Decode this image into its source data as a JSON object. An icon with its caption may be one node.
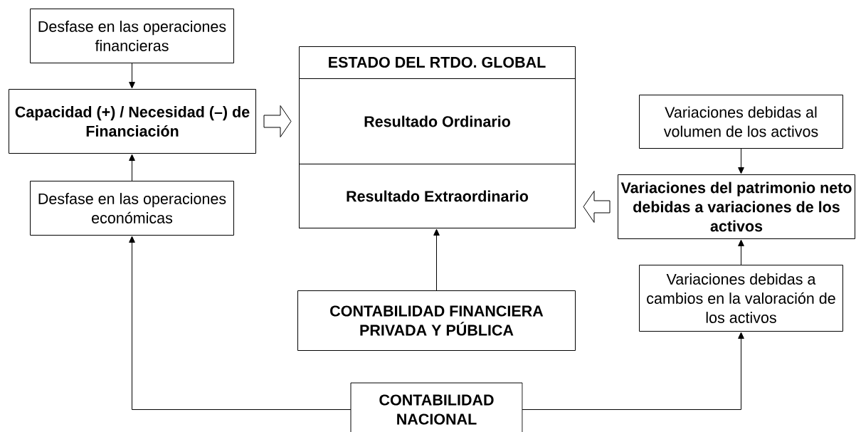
{
  "diagram": {
    "nodes": [
      {
        "text": [
          "Desfase en las operaciones financieras"
        ]
      },
      {
        "text": [
          "Capacidad (+) / Necesidad (–) de Financiación"
        ]
      },
      {
        "text": [
          "Desfase en las operaciones económicas"
        ]
      },
      {
        "text": [
          "ESTADO DEL RTDO. GLOBAL"
        ]
      },
      {
        "text": [
          "Resultado Ordinario"
        ],
        "in": 3
      },
      {
        "text": [
          "Resultado Extraordinario"
        ],
        "in": 3
      },
      {
        "text": [
          "Variaciones debidas al volumen de los activos"
        ]
      },
      {
        "text": [
          "Variaciones del patrimonio neto debidas a variaciones de los activos"
        ]
      },
      {
        "text": [
          "Variaciones debidas a cambios en la valoración de los activos"
        ]
      },
      {
        "text": [
          "CONTABILIDAD FINANCIERA PRIVADA Y PÚBLICA"
        ]
      },
      {
        "text": [
          "CONTABILIDAD NACIONAL"
        ]
      }
    ],
    "edges": [
      {
        "from": 0,
        "to": 1,
        "arrow": "to"
      },
      {
        "from": 2,
        "to": 1,
        "arrow": "to"
      },
      {
        "from": 1,
        "to": 4,
        "arrow": "to",
        "style": "thick"
      },
      {
        "from": 9,
        "to": 5,
        "arrow": "to"
      },
      {
        "from": 6,
        "to": 7,
        "arrow": "to"
      },
      {
        "from": 8,
        "to": 7,
        "arrow": "to"
      },
      {
        "from": 7,
        "to": 5,
        "arrow": "to",
        "style": "thick"
      },
      {
        "from": 10,
        "to": 2,
        "arrow": "to"
      },
      {
        "from": 10,
        "to": 8,
        "arrow": "to"
      }
    ]
  }
}
